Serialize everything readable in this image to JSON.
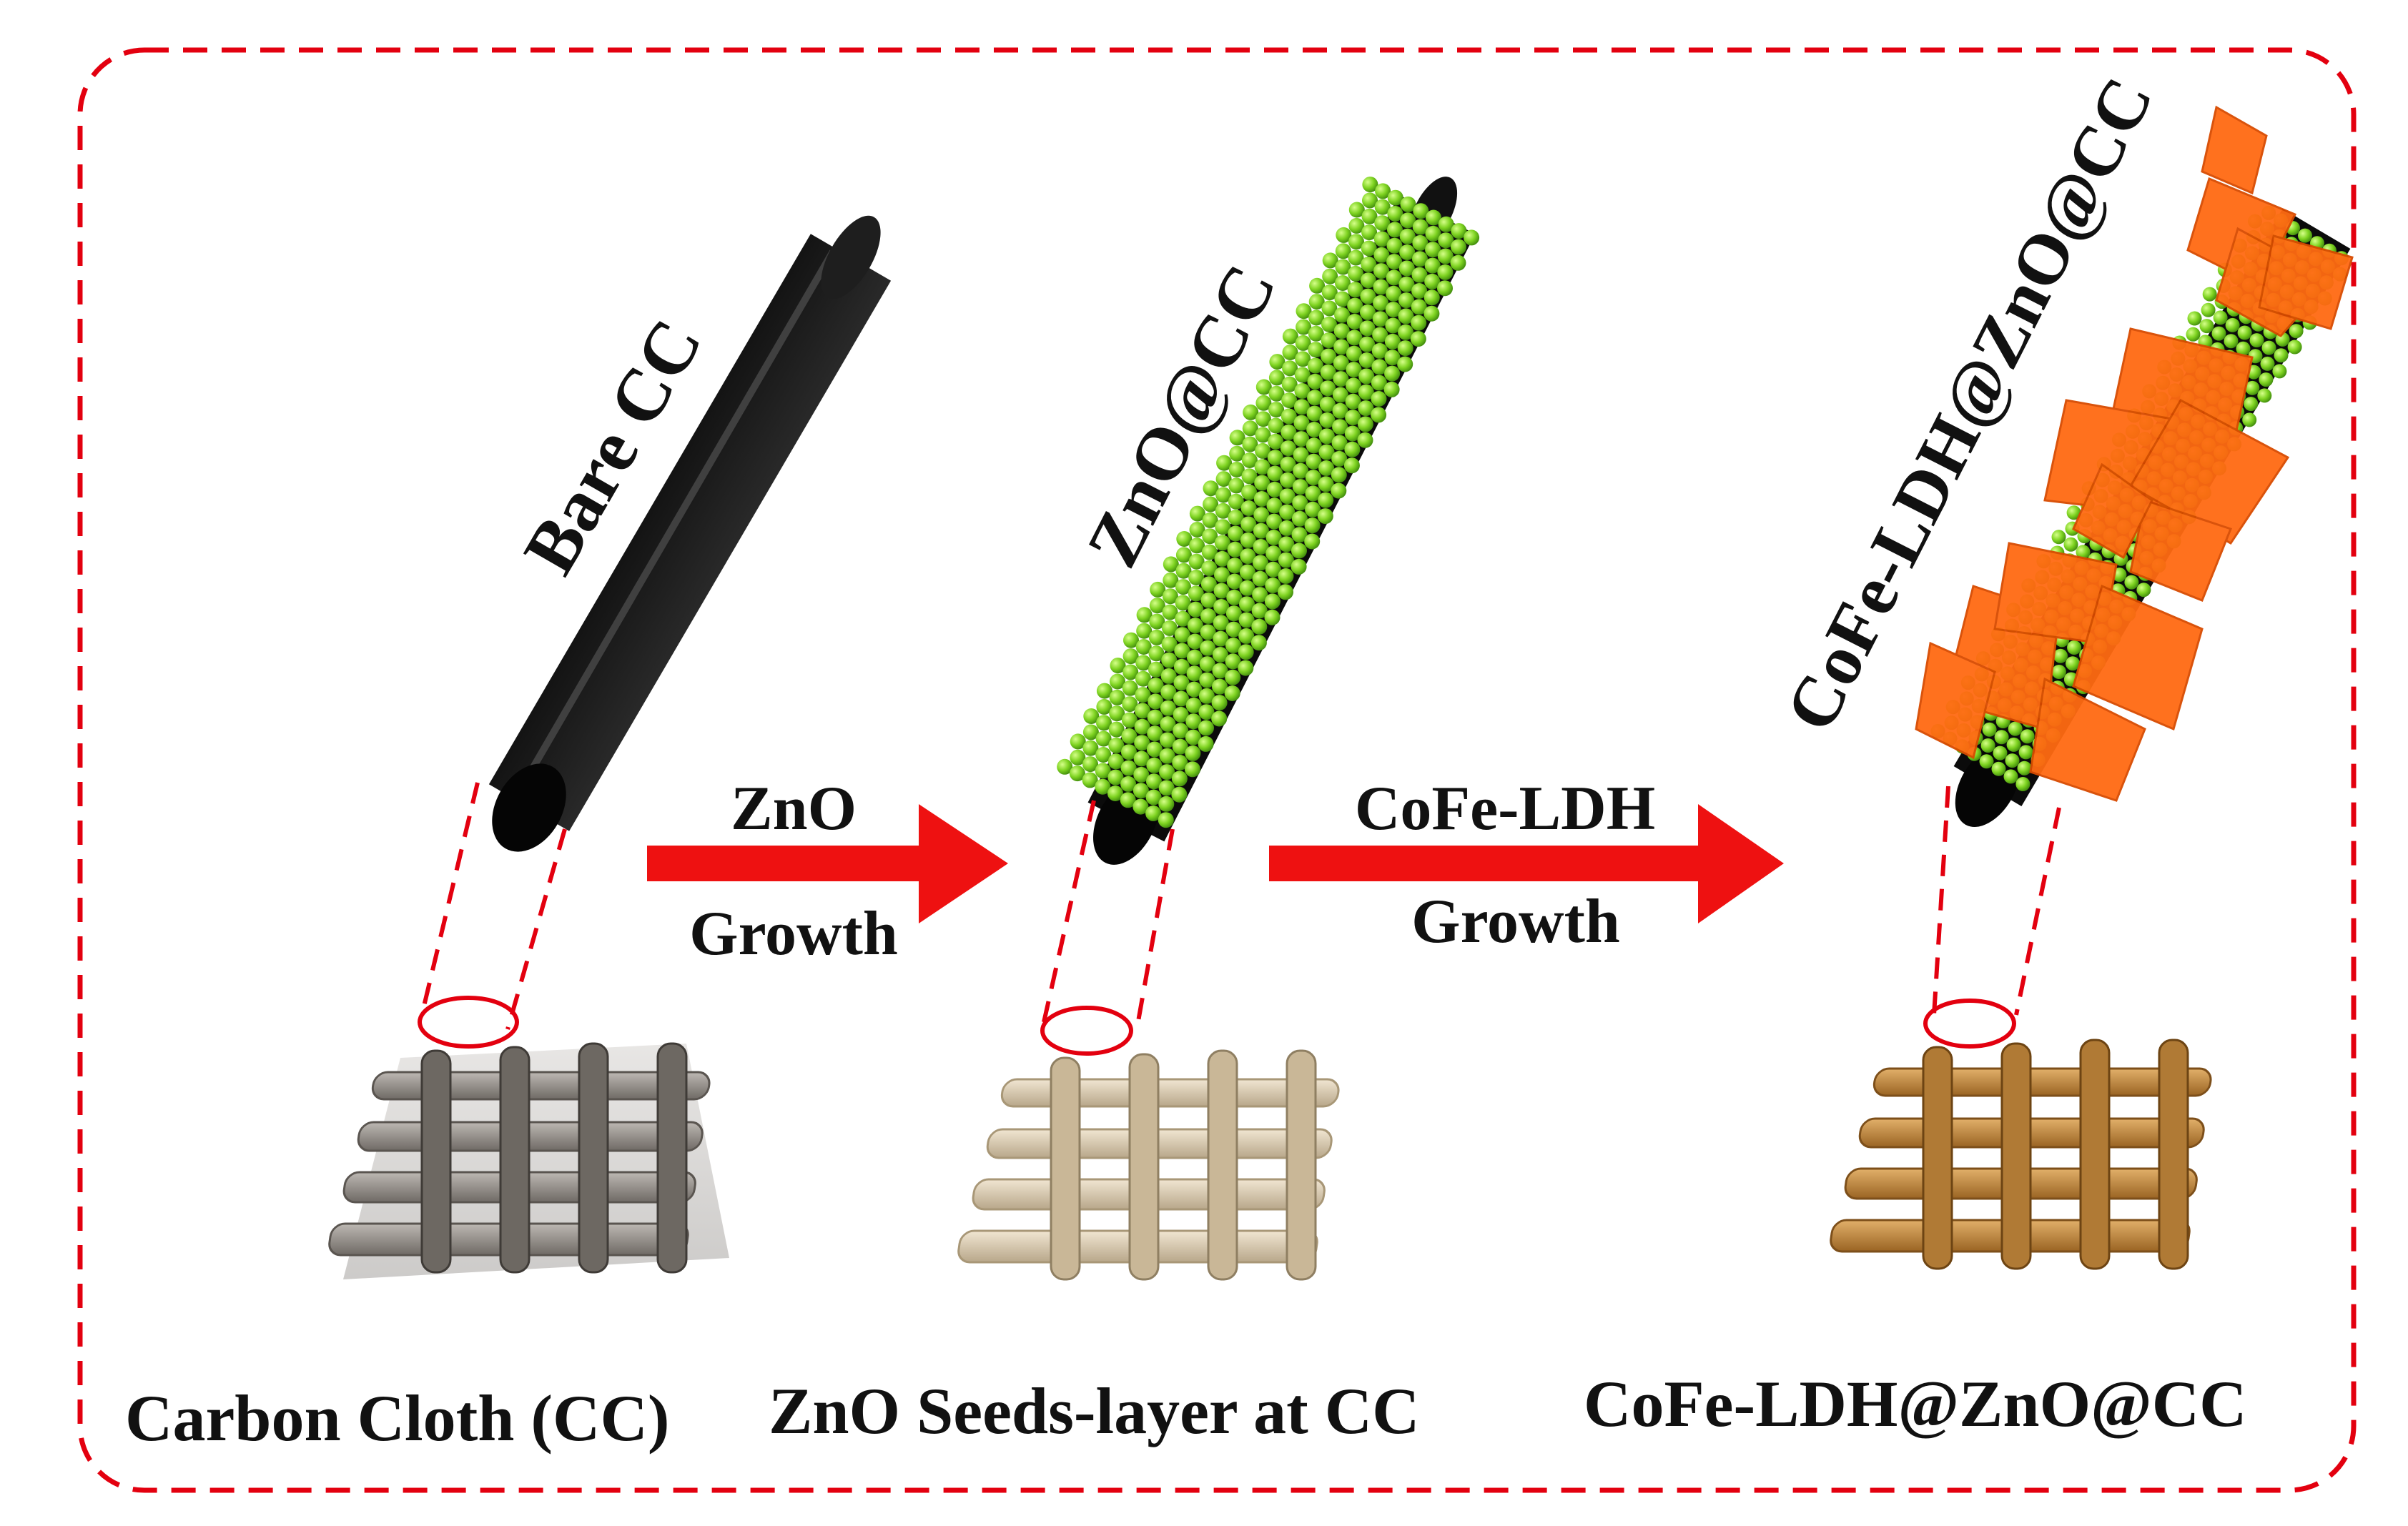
{
  "colors": {
    "frame": "#e3000f",
    "arrow": "#ee1111",
    "rod_black": "#0c0c0c",
    "zno_green": "#7ed321",
    "ldh_orange": "#ff6a12",
    "cloth_bare": "#8c8680",
    "cloth_zno": "#d8c7ad",
    "cloth_ldh": "#c58a3d"
  },
  "stages": [
    {
      "rod_label": "Bare CC",
      "caption": "Carbon Cloth (CC)",
      "rod_icon": "black-carbon-fiber-rod",
      "cloth_icon": "grey-woven-cloth"
    },
    {
      "rod_label": "ZnO@CC",
      "caption": "ZnO Seeds-layer at CC",
      "rod_icon": "zno-coated-rod",
      "cloth_icon": "beige-woven-cloth"
    },
    {
      "rod_label": "CoFe-LDH@ZnO@CC",
      "caption": "CoFe-LDH@ZnO@CC",
      "rod_icon": "ldh-flake-coated-rod",
      "cloth_icon": "orange-woven-cloth"
    }
  ],
  "arrows": [
    {
      "top": "ZnO",
      "bottom": "Growth"
    },
    {
      "top": "CoFe-LDH",
      "bottom": "Growth"
    }
  ]
}
